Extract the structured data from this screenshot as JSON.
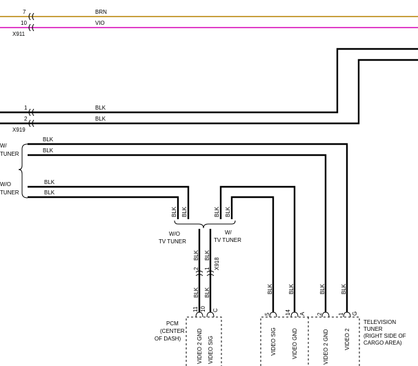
{
  "connectors": {
    "x911": {
      "name": "X911",
      "pin_top": "7",
      "pin_bottom": "10"
    },
    "x919": {
      "name": "X919",
      "pin_top": "1",
      "pin_bottom": "2"
    },
    "x918": {
      "name": "X918",
      "pin_left": "2",
      "pin_right": "1"
    }
  },
  "wire_colors": {
    "brn": "BRN",
    "vio": "VIO",
    "blk": "BLK"
  },
  "colors": {
    "brn": "#c8a040",
    "vio": "#e040c8",
    "blk": "#000000"
  },
  "options": {
    "with_tuner_left": "W/\nTUNER",
    "without_tuner_left": "W/O\nTUNER",
    "without_tv_tuner": "W/O\nTV TUNER",
    "with_tv_tuner": "W/\nTV TUNER"
  },
  "pcm": {
    "name": "PCM\n(CENTER\nOF DASH)",
    "pins": [
      {
        "num": "11",
        "label": "VIDEO 2 GND"
      },
      {
        "num": "10",
        "label": "VIDEO SIG"
      },
      {
        "num": "C",
        "label": ""
      }
    ]
  },
  "tuner": {
    "name": "TELEVISION\nTUNER\n(RIGHT SIDE OF\nCARGO AREA)",
    "pins": [
      {
        "num": "5",
        "label": "VIDEO SIG"
      },
      {
        "num": "14",
        "label": "VIDEO GND"
      },
      {
        "num": "A",
        "label": ""
      },
      {
        "num": "2",
        "label": "VIDEO 2 GND"
      },
      {
        "num": "1",
        "label": "VIDEO 2"
      },
      {
        "num": "G",
        "label": ""
      }
    ]
  }
}
